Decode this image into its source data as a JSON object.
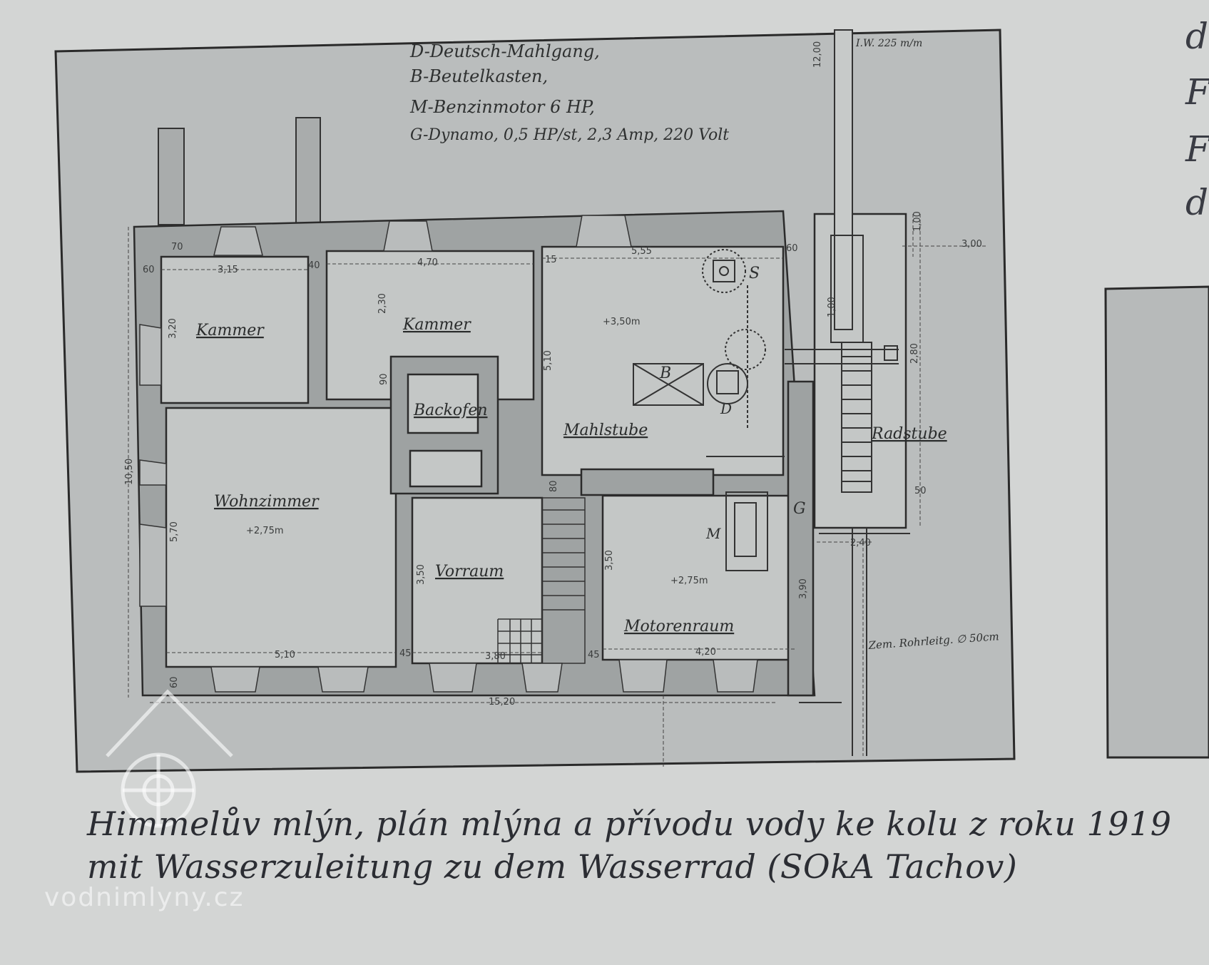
{
  "plan": {
    "legend": [
      "D-Deutsch-Mahlgang,",
      "B-Beutelkasten,",
      "M-Benzinmotor 6 HP,",
      "G-Dynamo, 0,5 HP/st, 2,3 Amp, 220 Volt"
    ],
    "water_level": "I.W. 225 m/m",
    "rooms": {
      "kammer1": "Kammer",
      "kammer2": "Kammer",
      "mahlstube": "Mahlstube",
      "backofen": "Backofen",
      "wohnzimmer": "Wohnzimmer",
      "vorraum": "Vorraum",
      "motorenraum": "Motorenraum",
      "radstube": "Radstube"
    },
    "levels": {
      "mahlstube": "+3,50m",
      "wohnzimmer": "+2,75m",
      "motorenraum": "+2,75m"
    },
    "machine_letters": {
      "s": "S",
      "b": "B",
      "d": "D",
      "m": "M",
      "g": "G"
    },
    "dimensions": {
      "total_width": "15,20",
      "total_depth": "10,50",
      "k1_width": "3,15",
      "k2_width": "4,70",
      "mahl_width": "5,55",
      "wohn_width": "5,10",
      "vor_width": "3,80",
      "motor_width": "4,20",
      "k1_depth": "3,20",
      "k2_depth": "2,30",
      "wohn_depth": "5,70",
      "mahl_depth": "5,10",
      "vor_depth": "3,50",
      "motor_depth": "3,50",
      "motor_side": "3,90",
      "rad_width": "2,40",
      "rad_depth": "2,80",
      "pipe_len": "12,00",
      "side_3": "3,00",
      "side_1": "1,00",
      "ch_1": "1,00",
      "wall_60a": "60",
      "wall_60b": "60",
      "wall_40": "40",
      "wall_15": "15",
      "wall_45a": "45",
      "wall_45b": "45",
      "wall_80": "80",
      "wall_90": "90",
      "wall_50": "50",
      "wall_70": "70",
      "wall_60c": "60"
    },
    "pipe_note": "Zem. Rohrleitg. ∅ 50cm"
  },
  "caption": {
    "line1": "Himmelův mlýn, plán mlýna a přívodu vody ke kolu z roku 1919",
    "line2": "mit Wasserzuleitung zu dem Wasserrad (SOkA Tachov)"
  },
  "edge_text": [
    "d",
    "F",
    "F",
    "d"
  ],
  "watermark": "vodnimlyny.cz"
}
